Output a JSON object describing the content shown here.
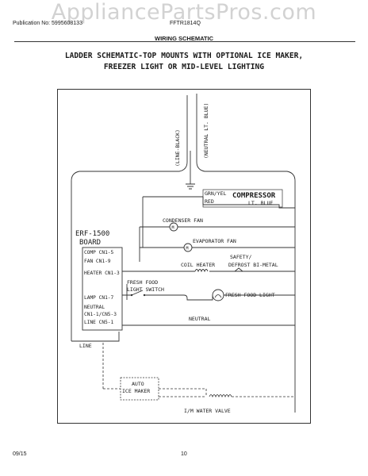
{
  "watermark": "AppliancePartsPros.com",
  "header": {
    "publication": "Publication No: 5995608133",
    "model": "FFTR1814Q"
  },
  "section_title": "WIRING SCHEMATIC",
  "title_lines": [
    "LADDER SCHEMATIC-TOP MOUNTS WITH OPTIONAL ICE MAKER,",
    "FREEZER LIGHT OR MID-LEVEL LIGHTING"
  ],
  "schematic": {
    "line_black": "(LINE-BLACK)",
    "neutral_blue": "(NEUTRAL LT. BLUE)",
    "grn_yel": "GRN/YEL",
    "red": "RED",
    "compressor": "COMPRESSOR",
    "lt_blue": "LT. BLUE",
    "board_title_1": "ERF-1500",
    "board_title_2": "BOARD",
    "condenser_fan": "CONDENSER FAN",
    "evaporator_fan": "EVAPORATOR FAN",
    "coil_heater": "COIL HEATER",
    "safety": "SAFETY/",
    "defrost": "DEFROST BI-METAL",
    "fresh_food_light_switch_1": "FRESH FOOD",
    "fresh_food_light_switch_2": "LIGHT SWITCH",
    "fresh_food_light": "FRESH FOOD LIGHT",
    "neutral": "NEUTRAL",
    "line": "LINE",
    "auto_ice_maker_1": "AUTO",
    "auto_ice_maker_2": "ICE MAKER",
    "water_valve": "I/M WATER VALVE",
    "motor_symbol": "M",
    "pins": {
      "comp": "COMP CN1-5",
      "fan": "FAN CN1-9",
      "heater": "HEATER CN1-3",
      "lamp": "LAMP CN1-7",
      "neutral_1": "NEUTRAL",
      "neutral_2": "CN1-1/CN5-3",
      "line": "LINE CN5-1"
    }
  },
  "footer": {
    "date": "09/15",
    "page": "10"
  }
}
